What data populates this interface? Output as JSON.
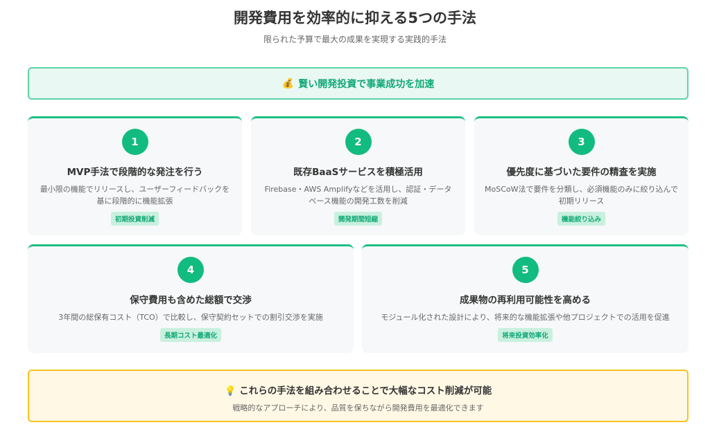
{
  "title": "開発費用を効率的に抑える5つの手法",
  "subtitle": "限られた予算で最大の成果を実現する実践的手法",
  "banner": {
    "icon": "💰",
    "text": "賢い開発投資で事業成功を加速"
  },
  "cards": [
    {
      "num": "1",
      "title": "MVP手法で段階的な発注を行う",
      "desc": "最小限の機能でリリースし、ユーザーフィードバックを基に段階的に機能拡張",
      "tag": "初期投資削減"
    },
    {
      "num": "2",
      "title": "既存BaaSサービスを積極活用",
      "desc": "Firebase・AWS Amplifyなどを活用し、認証・データベース機能の開発工数を削減",
      "tag": "開発期間短縮"
    },
    {
      "num": "3",
      "title": "優先度に基づいた要件の精査を実施",
      "desc": "MoSCoW法で要件を分類し、必須機能のみに絞り込んで初期リリース",
      "tag": "機能絞り込み"
    },
    {
      "num": "4",
      "title": "保守費用も含めた総額で交渉",
      "desc": "3年間の総保有コスト（TCO）で比較し、保守契約セットでの割引交渉を実施",
      "tag": "長期コスト最適化"
    },
    {
      "num": "5",
      "title": "成果物の再利用可能性を高める",
      "desc": "モジュール化された設計により、将来的な機能拡張や他プロジェクトでの活用を促進",
      "tag": "将来投資効率化"
    }
  ],
  "footer": {
    "icon": "💡",
    "title": "これらの手法を組み合わせることで大幅なコスト削減が可能",
    "desc": "戦略的なアプローチにより、品質を保ちながら開発費用を最適化できます"
  }
}
